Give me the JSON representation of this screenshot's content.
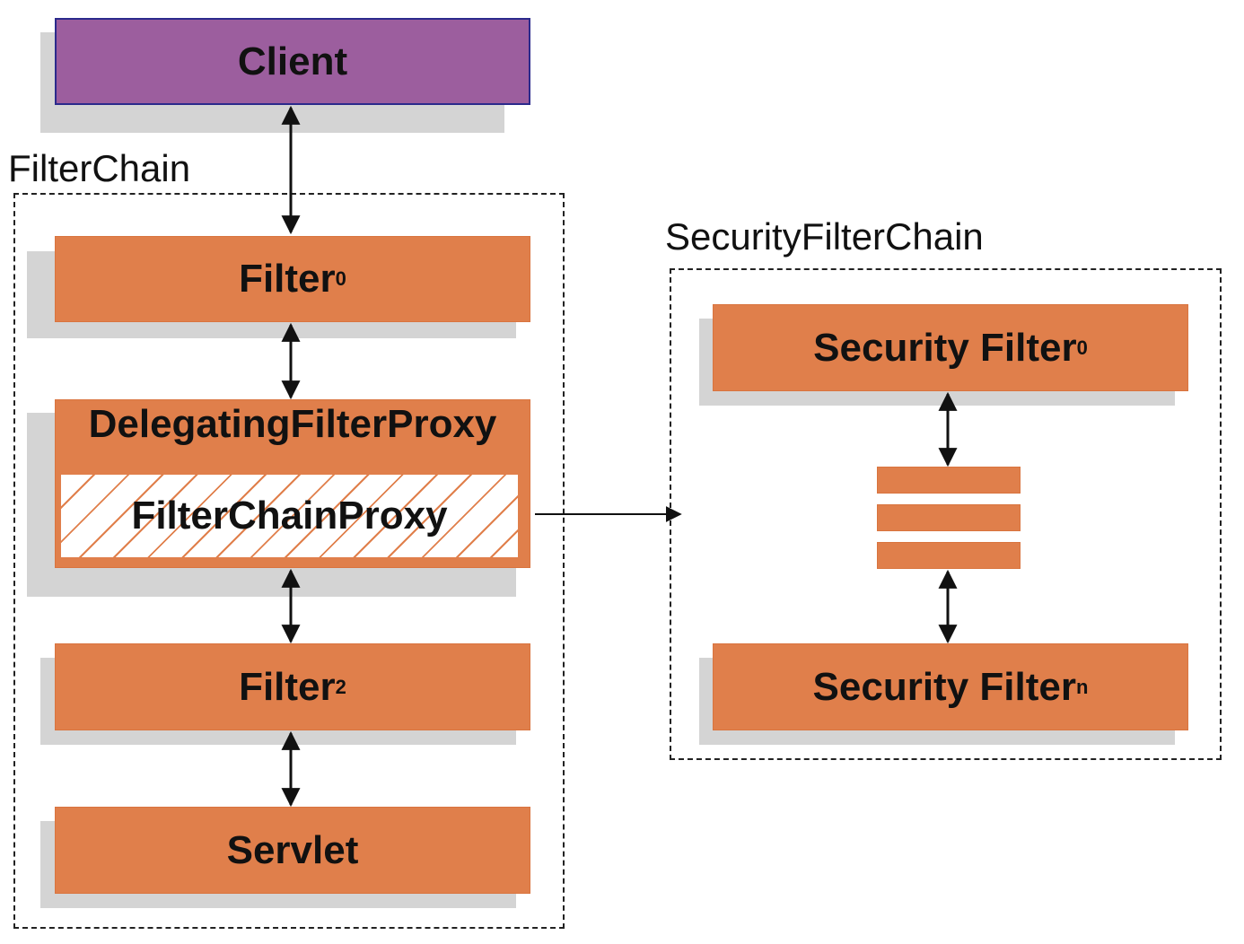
{
  "client": {
    "label": "Client"
  },
  "filter_chain": {
    "label": "FilterChain",
    "filter0": {
      "label": "Filter",
      "sub": "0"
    },
    "delegating_proxy": {
      "label": "DelegatingFilterProxy"
    },
    "filter_chain_proxy": {
      "label": "FilterChainProxy"
    },
    "filter2": {
      "label": "Filter",
      "sub": "2"
    },
    "servlet": {
      "label": "Servlet"
    }
  },
  "security_filter_chain": {
    "label": "SecurityFilterChain",
    "first": {
      "label": "Security Filter",
      "sub": "0"
    },
    "last": {
      "label": "Security Filter",
      "sub": "n"
    }
  },
  "colors": {
    "orange": "#e07f4b",
    "purple": "#9c5e9e",
    "shadow": "#d4d4d4"
  }
}
